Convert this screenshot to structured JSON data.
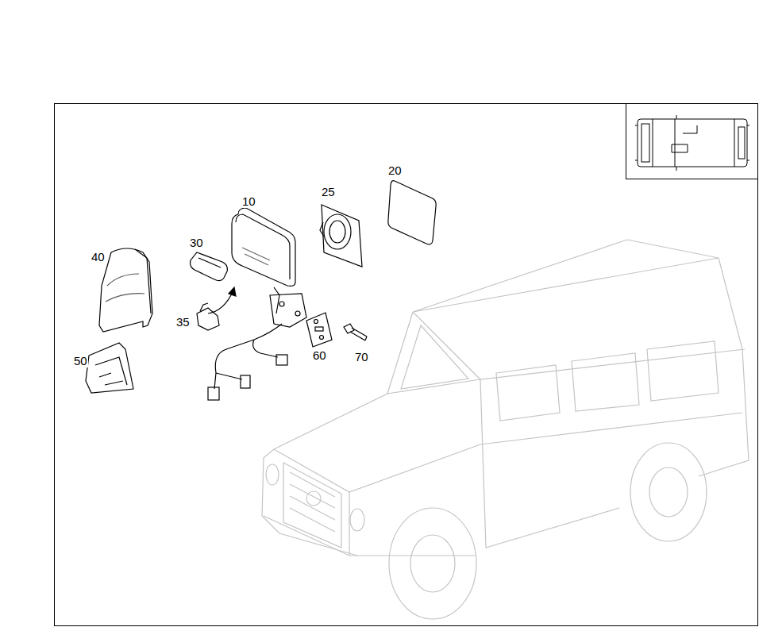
{
  "diagram": {
    "labels": [
      "20",
      "25",
      "10",
      "30",
      "40",
      "35",
      "60",
      "70",
      "50"
    ]
  }
}
